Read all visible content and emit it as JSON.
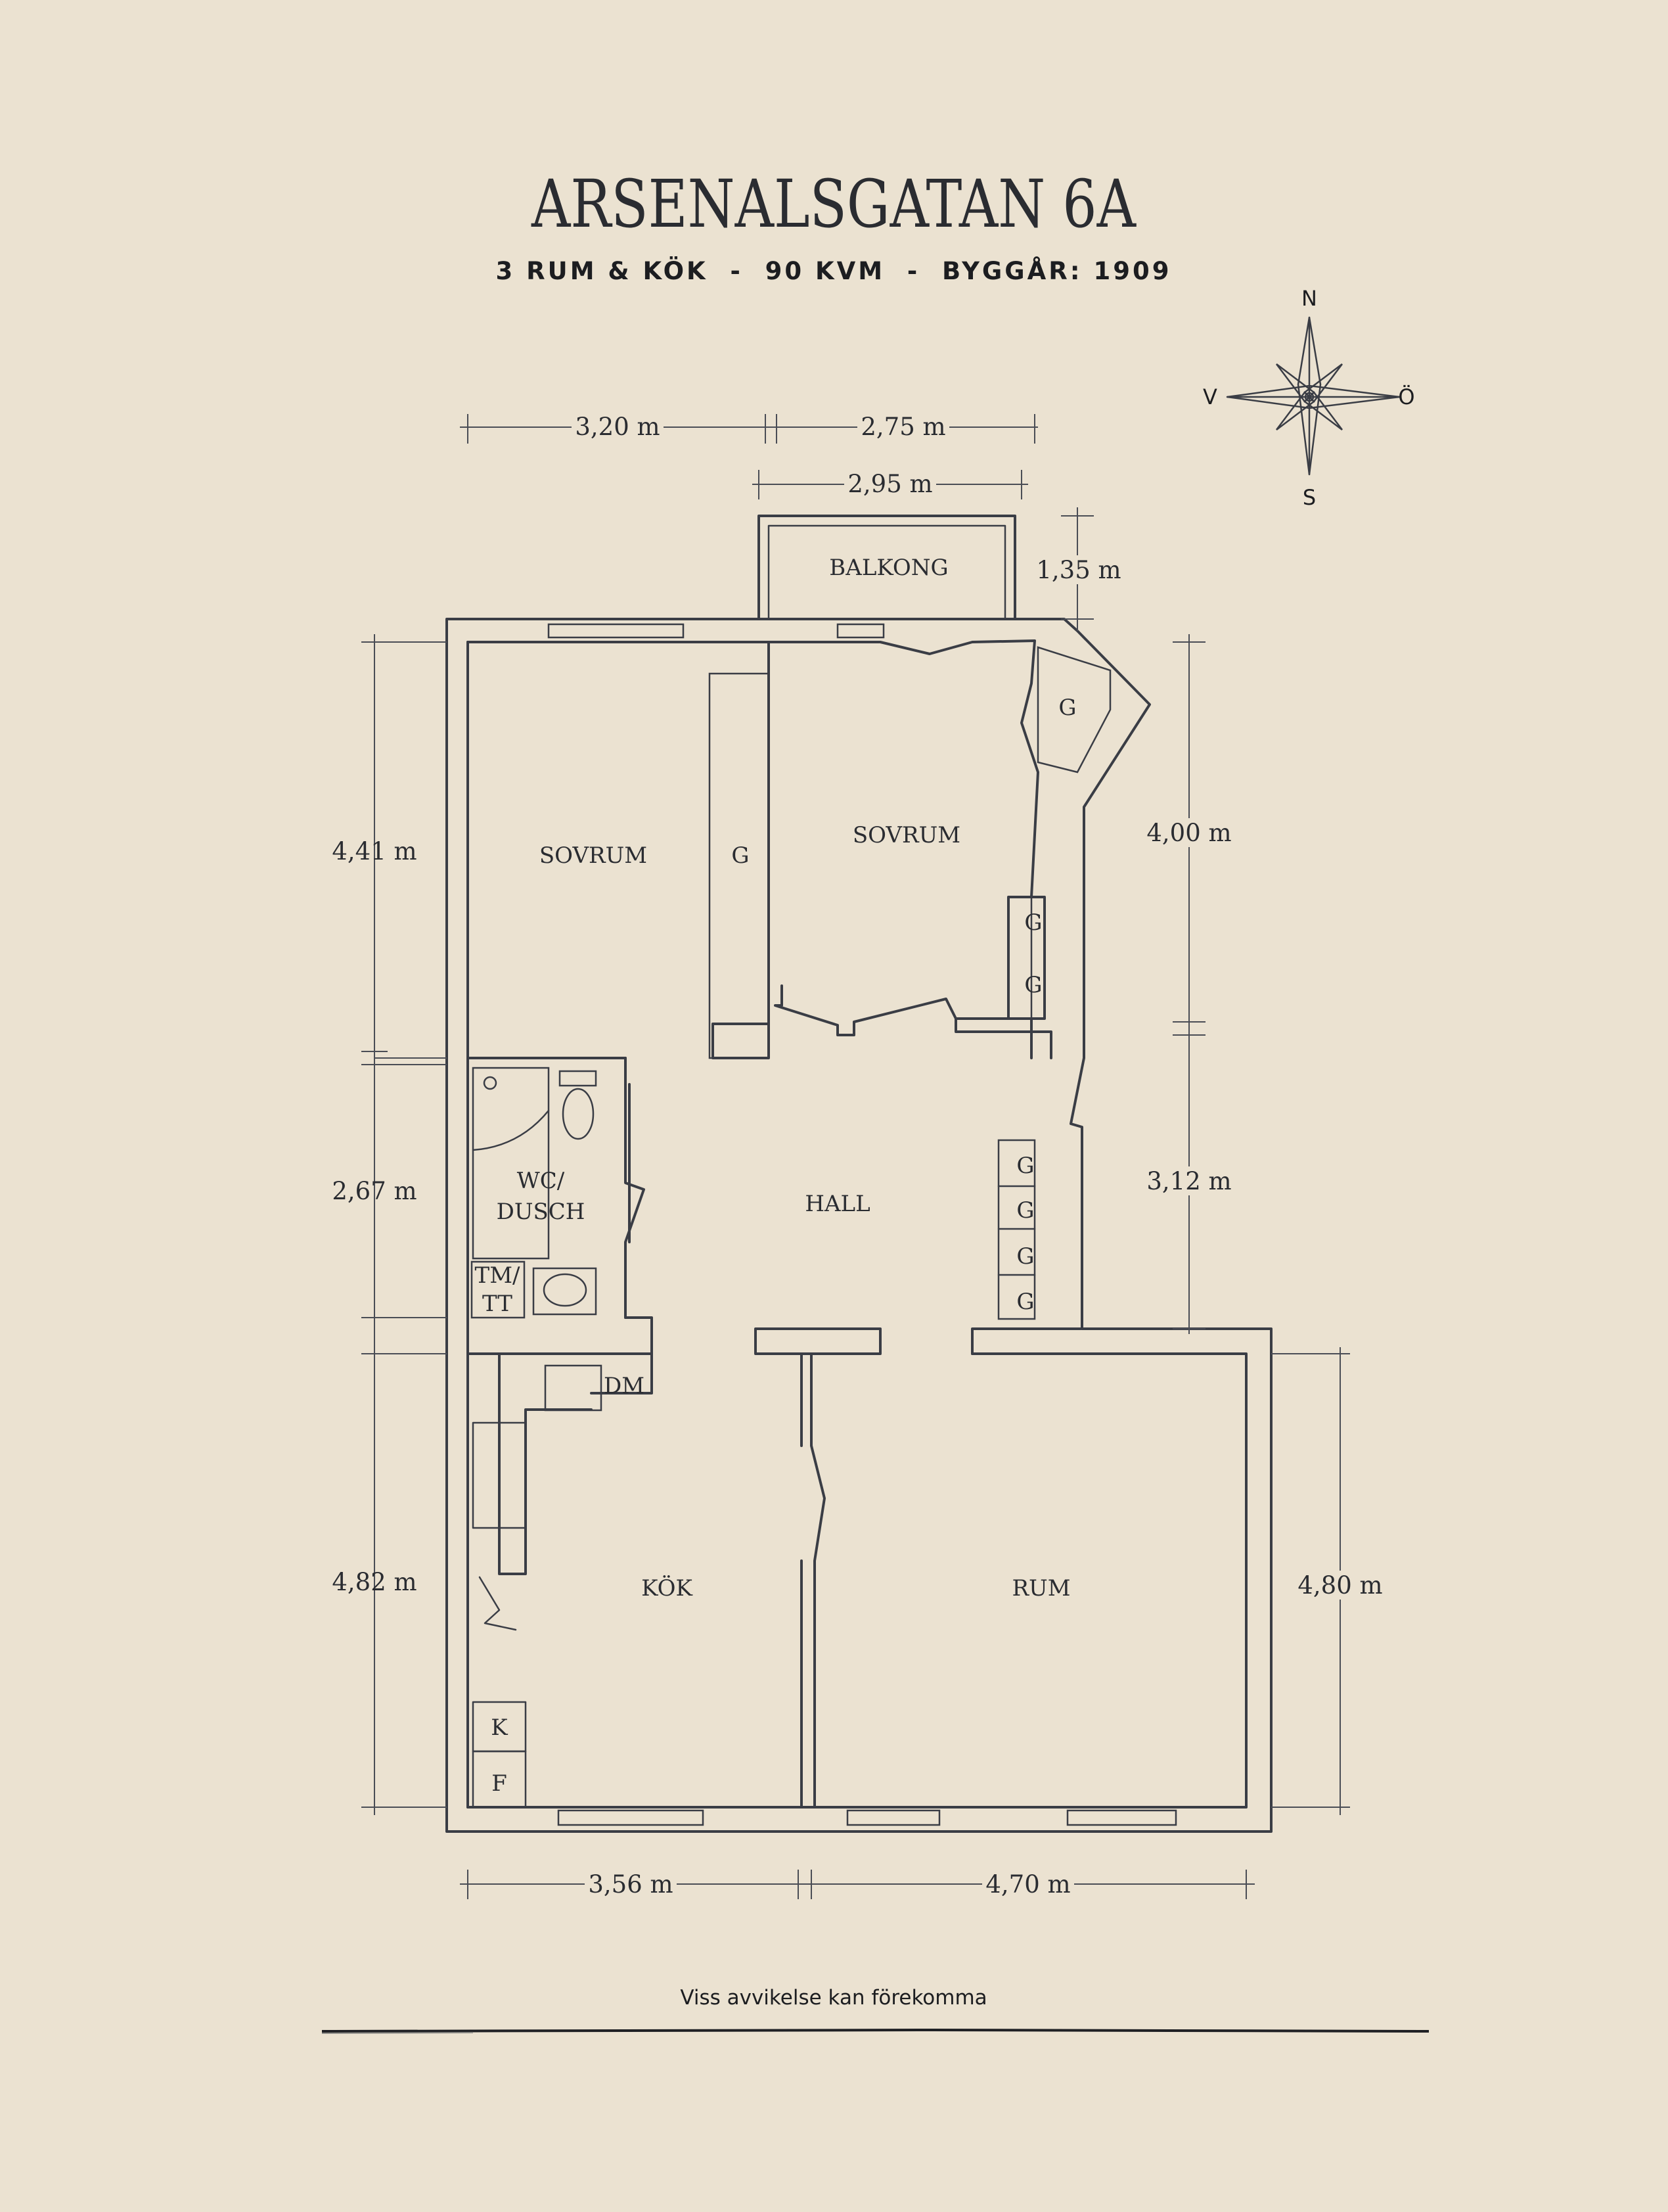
{
  "title": "ARSENALSGATAN 6A",
  "subtitle": "3 RUM & KÖK  -  90 KVM  -  BYGGÅR: 1909",
  "footer_note": "Viss avvikelse kan förekomma",
  "compass": {
    "north": "N",
    "south": "S",
    "west": "V",
    "east": "Ö"
  },
  "rooms": {
    "balkong": "BALKONG",
    "sovrum_left": "SOVRUM",
    "sovrum_right": "SOVRUM",
    "wc_line1": "WC/",
    "wc_line2": "DUSCH",
    "hall": "HALL",
    "kok": "KÖK",
    "rum": "RUM",
    "tm_line1": "TM/",
    "tm_line2": "TT",
    "dm": "DM",
    "k": "K",
    "f": "F",
    "g": "G"
  },
  "dimensions": {
    "top_left": "3,20 m",
    "top_right": "2,75 m",
    "balcony_width": "2,95 m",
    "balcony_depth": "1,35 m",
    "left_upper": "4,41 m",
    "left_middle": "2,67 m",
    "left_lower": "4,82 m",
    "right_upper": "4,00 m",
    "right_middle": "3,12 m",
    "right_lower": "4,80 m",
    "bottom_left": "3,56 m",
    "bottom_right": "4,70 m"
  }
}
